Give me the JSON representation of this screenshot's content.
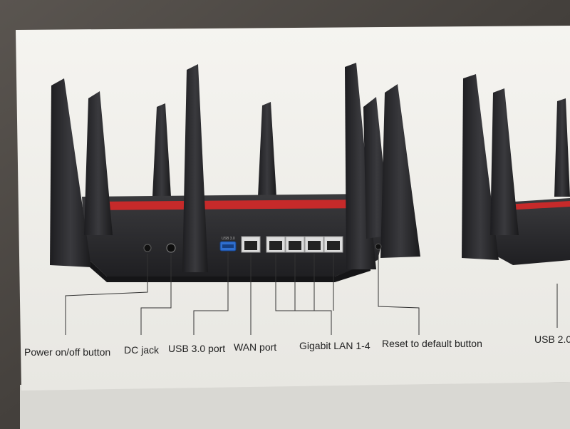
{
  "colors": {
    "background": "#4a4540",
    "box_panel": "#f1f0ec",
    "router_body": "#2b2b2d",
    "accent_stripe": "#c62a2a",
    "usb_port": "#2f6fd1",
    "callout_line": "#333333"
  },
  "port_callouts": [
    "Power on/off button",
    "DC jack",
    "USB 3.0 port",
    "WAN port",
    "Gigabit LAN 1-4",
    "Reset to default button",
    "USB 2.0"
  ],
  "port_label_small": "USB 3.0"
}
